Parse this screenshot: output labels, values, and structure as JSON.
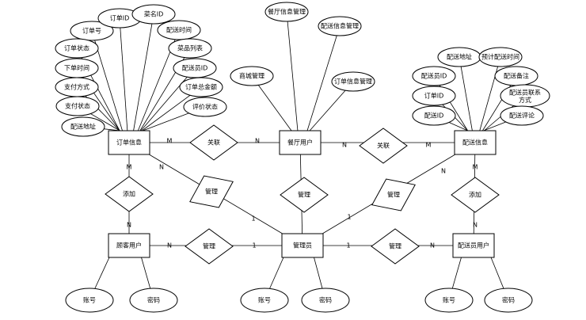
{
  "entities": {
    "order": "订单信息",
    "restaurant_user": "餐厅用户",
    "delivery": "配送信息",
    "customer": "顾客用户",
    "admin": "管理员",
    "courier": "配送员用户"
  },
  "relationships": {
    "order_restaurant": "关联",
    "restaurant_delivery": "关联",
    "customer_order": "添加",
    "order_admin": "管理",
    "restaurant_admin": "管理",
    "delivery_admin": "管理",
    "courier_delivery": "添加",
    "customer_admin": "管理",
    "admin_courier": "管理"
  },
  "attributes": {
    "order": [
      "订单号",
      "订单ID",
      "菜名ID",
      "配送时间",
      "订单状态",
      "菜品列表",
      "下单时间",
      "配送员ID",
      "支付方式",
      "订单总金额",
      "支付状态",
      "评价状态",
      "配送地址"
    ],
    "restaurant_user": [
      "餐厅信息管理",
      "配送信息管理",
      "商城管理",
      "订单信息管理"
    ],
    "delivery": [
      "配送地址",
      "预计配送时间",
      "配送员ID",
      "配送备注",
      "订单ID",
      "配送员联系方式",
      "配送ID",
      "配送评论"
    ],
    "customer": [
      "账号",
      "密码"
    ],
    "admin": [
      "账号",
      "密码"
    ],
    "courier": [
      "账号",
      "密码"
    ]
  },
  "cardinalities": {
    "order_restaurant_m": "M",
    "order_restaurant_n": "N",
    "restaurant_delivery_n": "N",
    "restaurant_delivery_m": "M",
    "order_customer_m": "M",
    "customer_order_n": "N",
    "order_admin_n": "N",
    "admin_order_1": "1",
    "delivery_admin_n": "N",
    "admin_delivery_1": "1",
    "delivery_courier_m": "M",
    "courier_delivery_n": "N",
    "customer_admin_n": "N",
    "admin_customer_1": "1",
    "admin_courier_1": "1",
    "courier_admin_n": "N"
  }
}
